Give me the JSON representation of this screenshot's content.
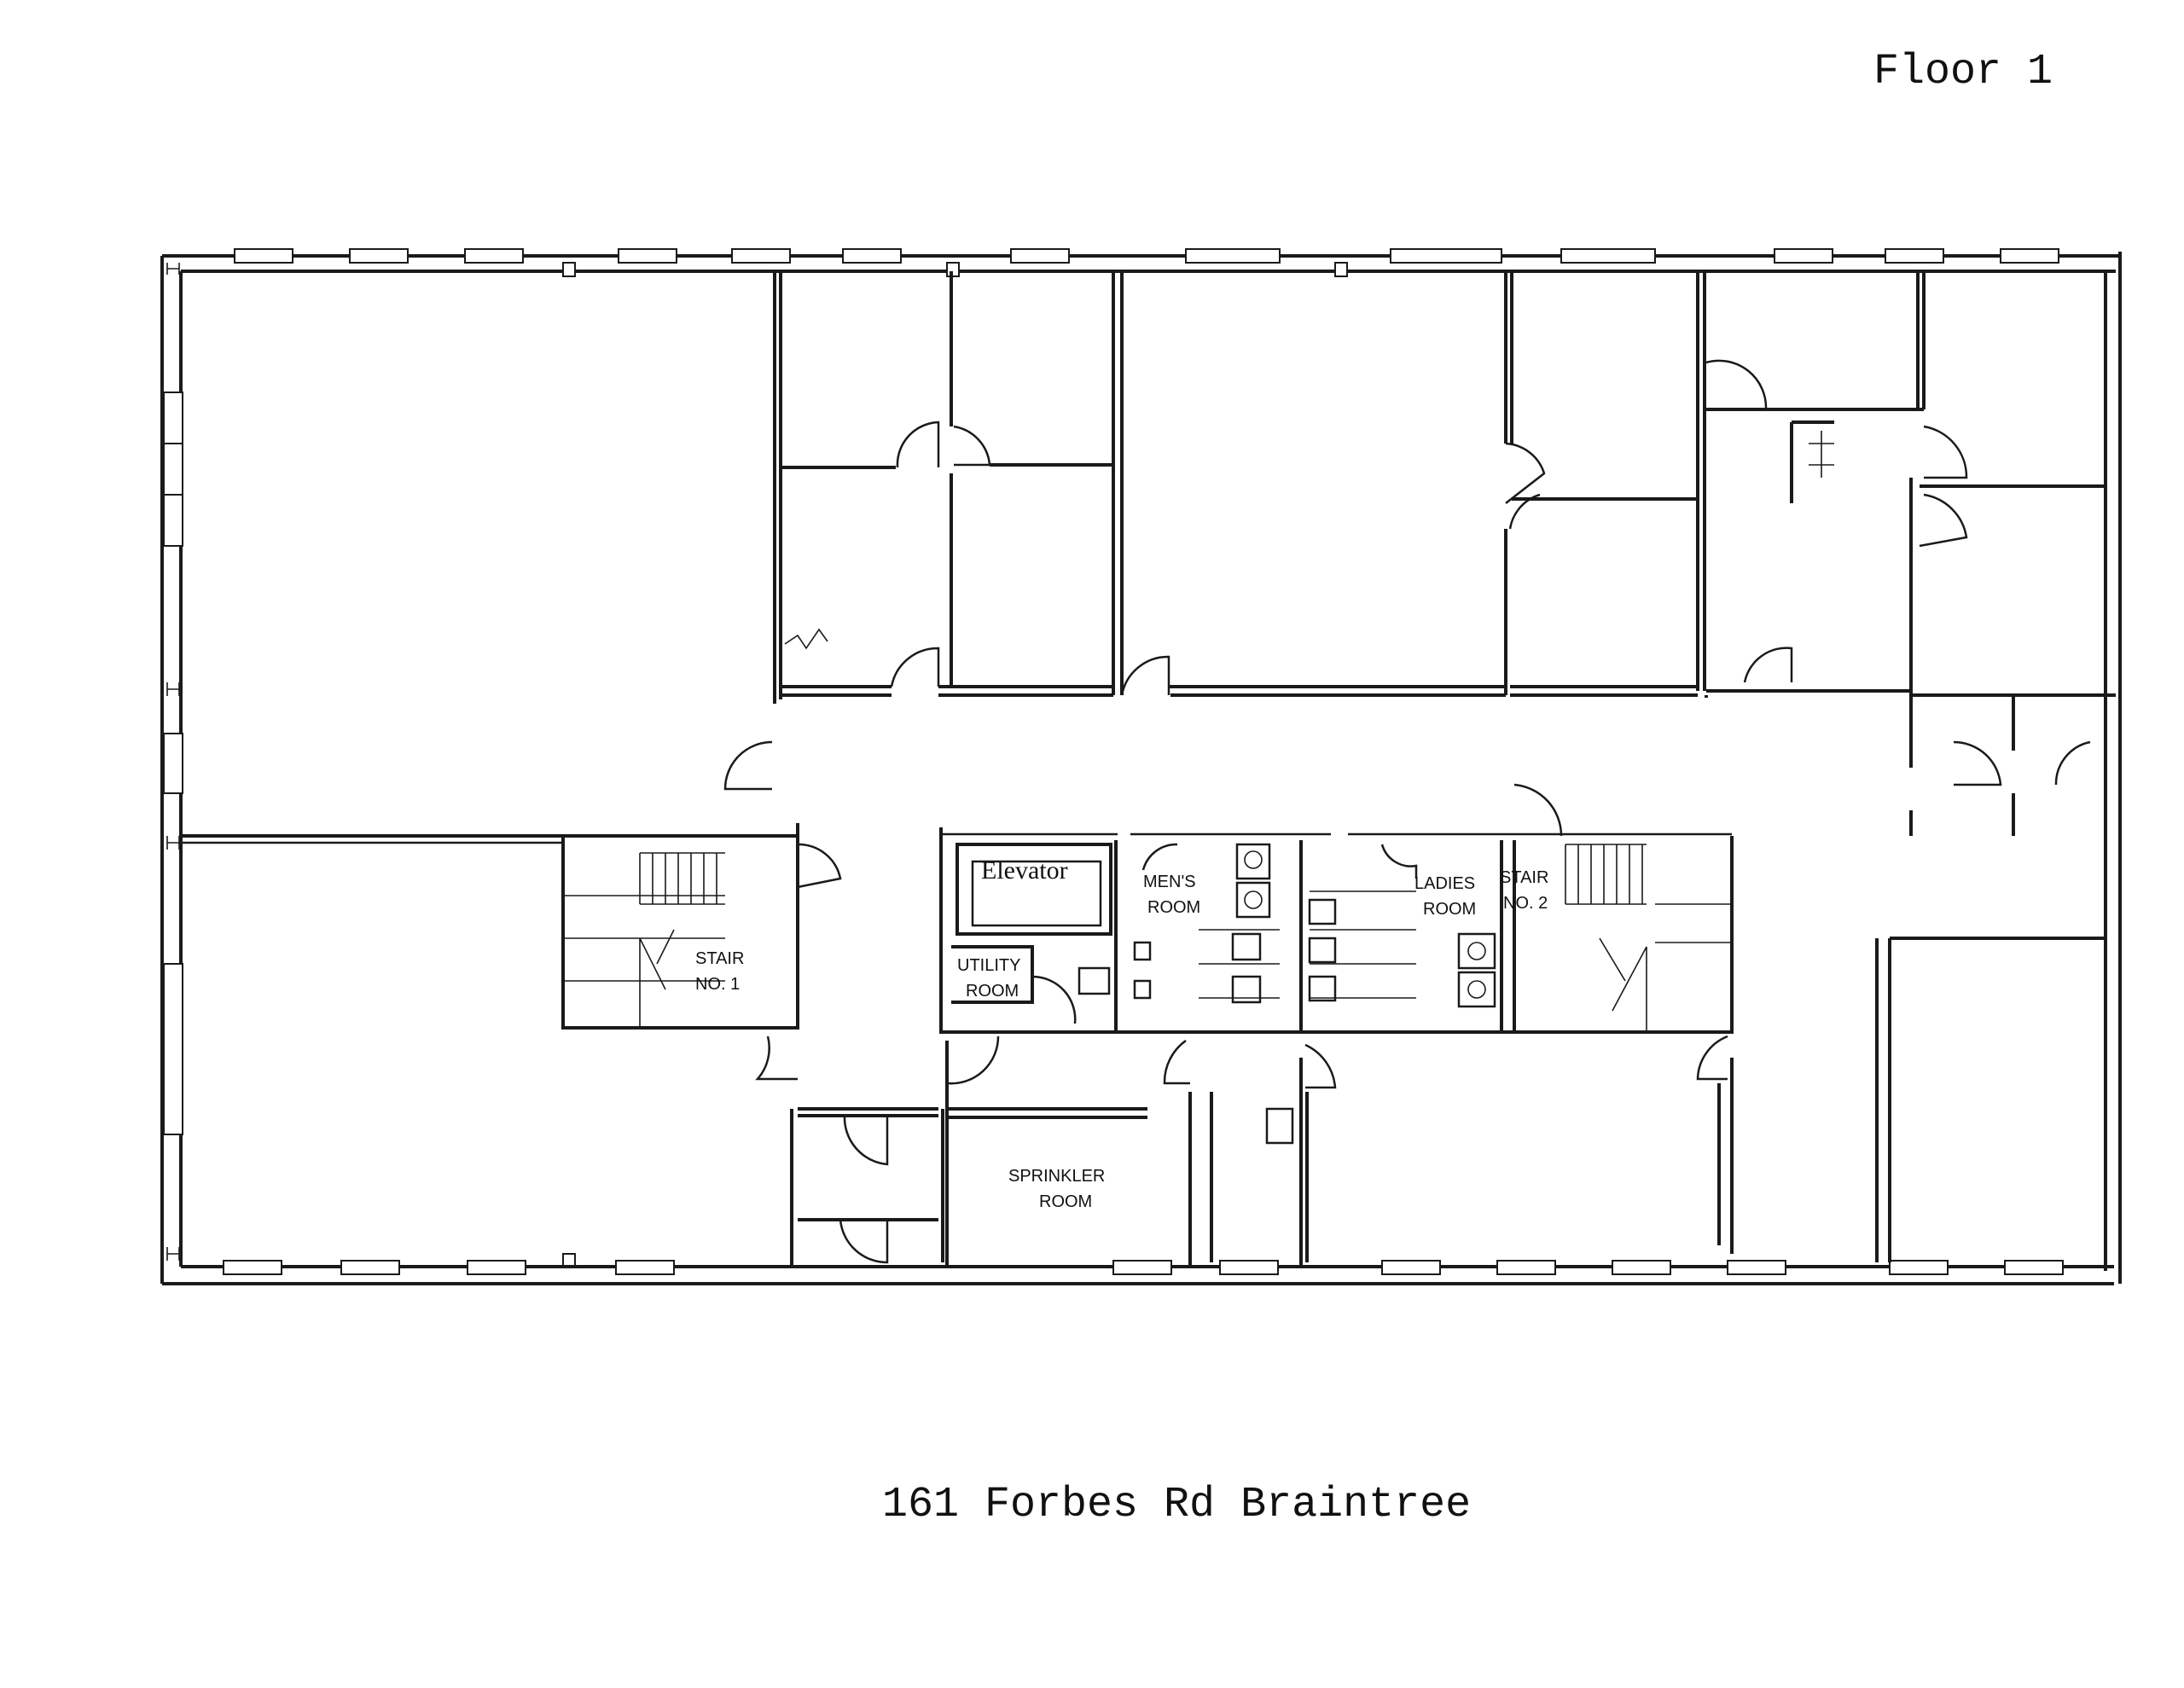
{
  "header": {
    "floor_label": "Floor 1"
  },
  "footer": {
    "address": "161 Forbes Rd Braintree"
  },
  "rooms": {
    "elevator": "Elevator",
    "mens_line1": "MEN'S",
    "mens_line2": "ROOM",
    "ladies_line1": "LADIES",
    "ladies_line2": "ROOM",
    "stair1_line1": "STAIR",
    "stair1_line2": "NO. 1",
    "stair2_line1": "STAIR",
    "stair2_line2": "NO. 2",
    "utility_line1": "UTILITY",
    "utility_line2": "ROOM",
    "sprinkler_line1": "SPRINKLER",
    "sprinkler_line2": "ROOM"
  }
}
